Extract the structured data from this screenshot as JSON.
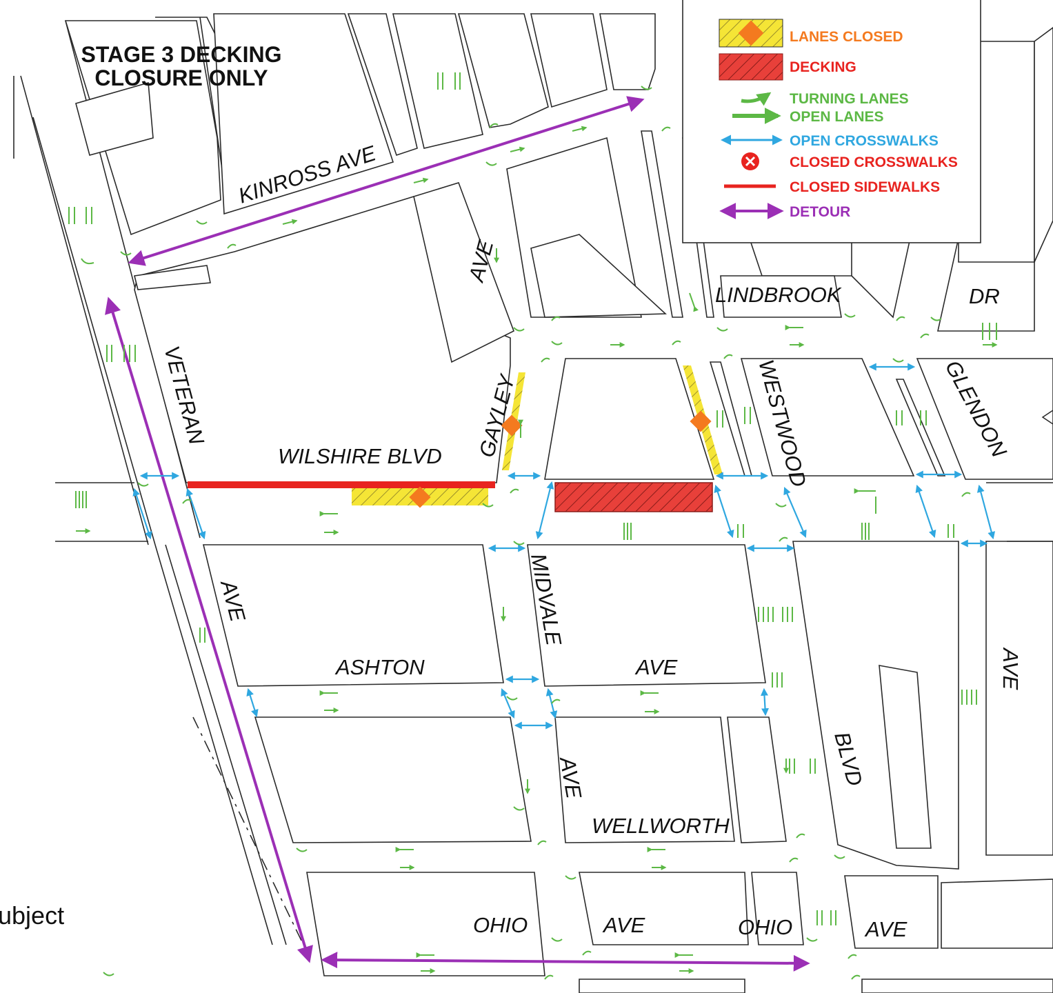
{
  "title": {
    "line1": "STAGE 3 DECKING",
    "line2": "CLOSURE ONLY"
  },
  "legend": {
    "lanes_closed": "LANES  CLOSED",
    "decking": "DECKING",
    "turning_lanes": "TURNING LANES",
    "open_lanes": "OPEN LANES",
    "open_crosswalks": "OPEN CROSSWALKS",
    "closed_crosswalks": "CLOSED CROSSWALKS",
    "closed_sidewalks": "CLOSED SIDEWALKS",
    "detour": "DETOUR"
  },
  "streets": {
    "kinross": "KINROSS  AVE",
    "wilshire": "WILSHIRE  BLVD",
    "veteran": "VETERAN",
    "veteran_ave": "AVE",
    "gayley": "GAYLEY",
    "gayley_ave": "AVE",
    "lindbrook": "LINDBROOK",
    "lindbrook_dr": "DR",
    "westwood": "WESTWOOD",
    "westwood_blvd": "BLVD",
    "glendon": "GLENDON",
    "glendon_ave": "AVE",
    "midvale": "MIDVALE",
    "midvale_ave": "AVE",
    "ashton": "ASHTON",
    "ashton_ave": "AVE",
    "wellworth": "WELLWORTH",
    "ohio_1": "OHIO",
    "ohio_ave_1": "AVE",
    "ohio_2": "OHIO",
    "ohio_ave_2": "AVE"
  },
  "cut_text": "ubject",
  "colors": {
    "lanes_closed": "#f5e536",
    "marker": "#f47a1f",
    "decking": "#e8403a",
    "open_lanes": "#5cb845",
    "crosswalk": "#2fa7e0",
    "closed": "#e8231f",
    "detour": "#9b2fb5",
    "legend_orange": "#f47a1f",
    "legend_red": "#e8231f",
    "legend_green": "#5cb845",
    "legend_blue": "#2fa7e0",
    "legend_purple": "#9b2fb5"
  },
  "icons": [
    "diamond-marker-icon",
    "closed-crosswalk-icon",
    "turn-arrow-icon",
    "lane-arrow-icon",
    "crosswalk-arrow-icon",
    "detour-arrow-icon"
  ]
}
